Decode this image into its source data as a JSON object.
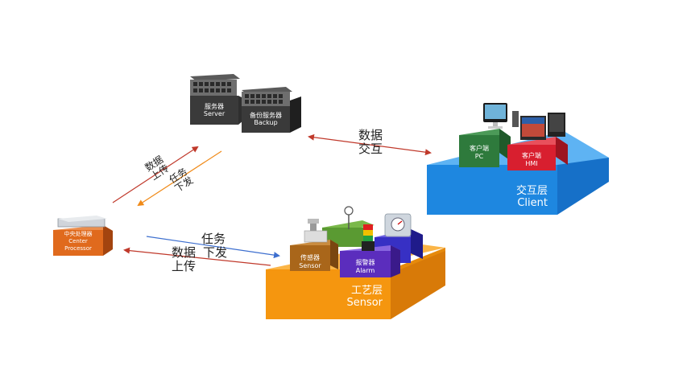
{
  "server": {
    "cn": "服务器",
    "en": "Server"
  },
  "backup": {
    "cn": "备份服务器",
    "en": "Backup"
  },
  "client_layer": {
    "cn": "交互层",
    "en": "Client"
  },
  "pc": {
    "cn": "客户端",
    "en": "PC"
  },
  "hmi": {
    "cn": "客户端",
    "en": "HMI"
  },
  "sensor_layer": {
    "cn": "工艺层",
    "en": "Sensor"
  },
  "sensor": {
    "cn": "传感器",
    "en": "Sensor"
  },
  "alarm": {
    "cn": "报警器",
    "en": "Alarm"
  },
  "processor": {
    "cn": "中央处理器",
    "en1": "Center",
    "en2": "Processor"
  },
  "arrows": {
    "exchange": [
      "数据",
      "交互"
    ],
    "upload_diag": [
      "数据",
      "上传"
    ],
    "task_diag": [
      "任务",
      "下发"
    ],
    "task_bottom": [
      "任务",
      "下发"
    ],
    "upload_bottom": [
      "数据",
      "上传"
    ]
  },
  "colors": {
    "client_blue": "#1e87e0",
    "sensor_orange": "#f5960f",
    "pc_green": "#2e7a3c",
    "hmi_red": "#d81f2f",
    "sensor_box": "#a9661a",
    "alarm_purple": "#5b2dbd",
    "processor_orange": "#e06a1d",
    "arrow_red": "#c0392b",
    "arrow_blue": "#3d6fcf",
    "arrow_orange": "#f08a18"
  }
}
